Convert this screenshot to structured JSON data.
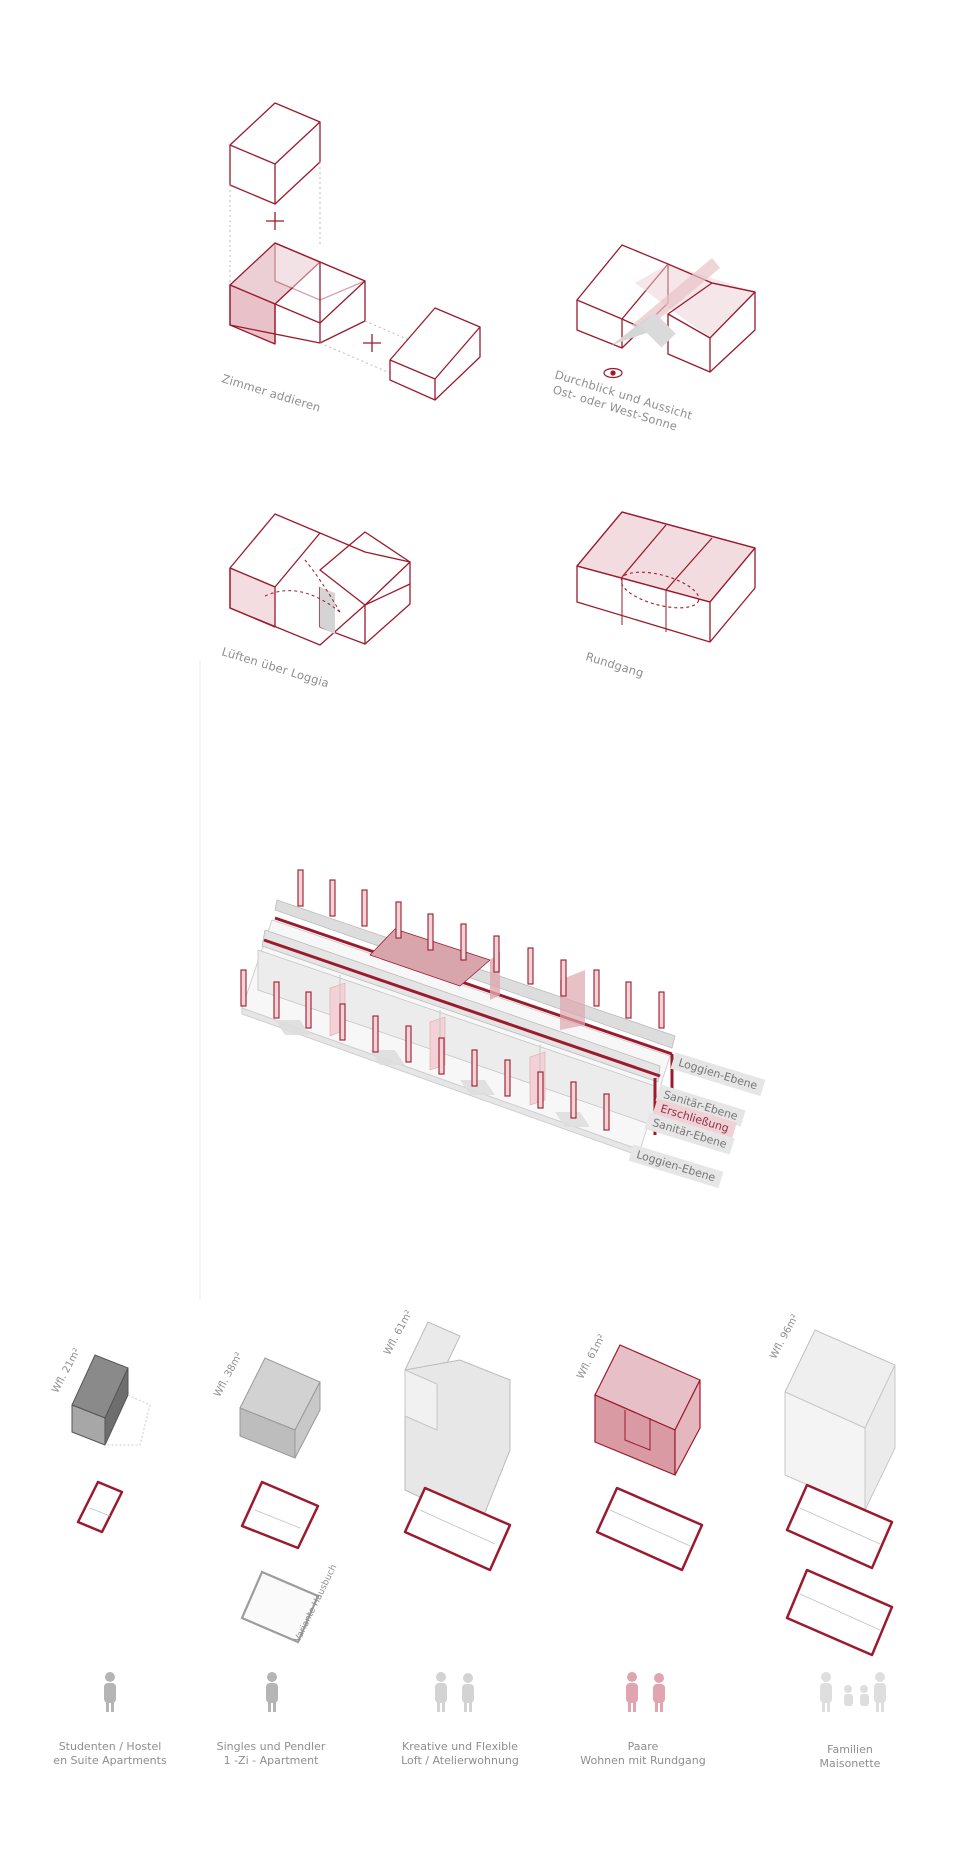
{
  "diagrams": {
    "zimmer": "Zimmer addieren",
    "durchblick_1": "Durchblick und Aussicht",
    "durchblick_2": "Ost- oder West-Sonne",
    "lueften": "Lüften über Loggia",
    "rundgang": "Rundgang"
  },
  "levels": [
    "Loggien-Ebene",
    "Sanitär-Ebene",
    "Erschließung",
    "Sanitär-Ebene",
    "Loggien-Ebene"
  ],
  "units": [
    {
      "area": "Wfl. 21m²",
      "label": "Studenten / Hostel\nen Suite Apartments"
    },
    {
      "area": "Wfl. 38m²",
      "label": "Singles und Pendler\n1 -Zi - Apartment",
      "note": "Variante Hausbuch"
    },
    {
      "area": "Wfl. 61m²",
      "label": "Kreative und Flexible\nLoft / Atelierwohnung"
    },
    {
      "area": "Wfl. 61m²",
      "label": "Paare\nWohnen mit Rundgang"
    },
    {
      "area": "Wfl. 96m²",
      "label": "Familien\nMaisonette"
    }
  ],
  "colors": {
    "accent": "#9b1b2e",
    "accent_fill": "#e9c4ca",
    "grey": "#bdbdbd",
    "label": "#8e8e8e"
  }
}
